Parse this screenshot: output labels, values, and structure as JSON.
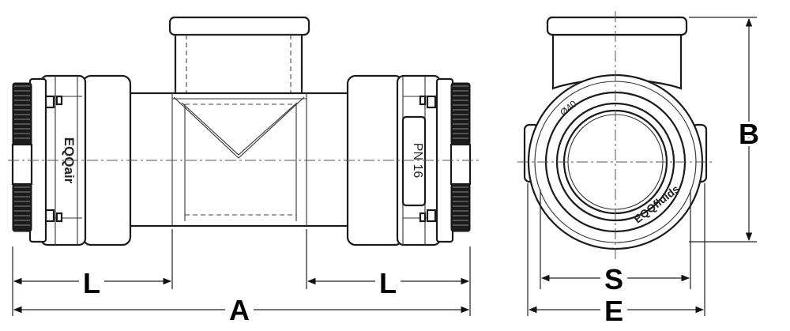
{
  "front_view": {
    "left_logo": "EQQair",
    "right_marking": "PN 16"
  },
  "side_view": {
    "diameter_marking": "Ø40",
    "brand_marking": "EQQfluids"
  },
  "dimensions": {
    "L_left": "L",
    "L_right": "L",
    "A": "A",
    "S": "S",
    "E": "E",
    "B": "B"
  },
  "colors": {
    "line": "#1a1a1a",
    "knurl": "#1c1c1c",
    "background": "#ffffff"
  }
}
